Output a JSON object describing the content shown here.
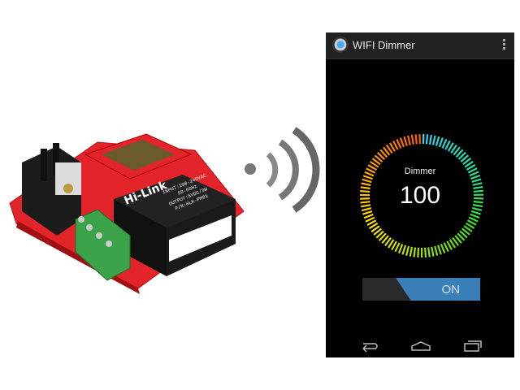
{
  "app": {
    "title": "WIFI Dimmer",
    "icon": "bulb-app-icon",
    "menu_icon": "overflow-menu-icon"
  },
  "dimmer": {
    "label": "Dimmer",
    "value": "100",
    "level_fraction": 1.0,
    "colors": [
      "#ff5a00",
      "#ffa000",
      "#ffe000",
      "#a8e000",
      "#40e020",
      "#20e0a0",
      "#30d0f0"
    ]
  },
  "toggle": {
    "label": "ON",
    "state": "on",
    "on_color": "#3a7fb8"
  },
  "navbar": {
    "back": "back-icon",
    "home": "home-icon",
    "recents": "recents-icon"
  },
  "product": {
    "module_logo": "Hi-Link",
    "module_text": [
      "INPUT:100-240VAC",
      "50-60Hz",
      "OUTPUT:5VDC/3W",
      "P/N:HLK-PM01"
    ],
    "wifi_icon": "wifi-signal-icon"
  }
}
